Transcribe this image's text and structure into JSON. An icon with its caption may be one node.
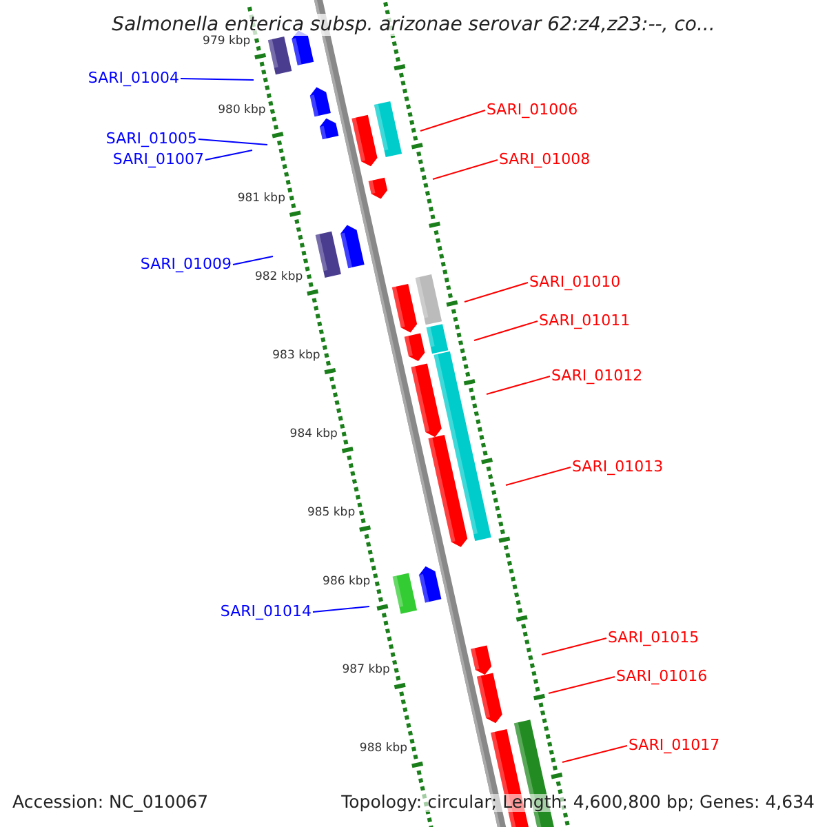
{
  "diagram": {
    "title": "Salmonella enterica subsp. arizonae serovar 62:z4,z23:--, co...",
    "nodes": [
      {
        "text": [
          "SARI_01004"
        ]
      },
      {
        "text": [
          "SARI_01006"
        ]
      },
      {
        "text": [
          "SARI_01005"
        ]
      },
      {
        "text": [
          "SARI_01007"
        ]
      },
      {
        "text": [
          "SARI_01008"
        ]
      },
      {
        "text": [
          "SARI_01009"
        ]
      },
      {
        "text": [
          "SARI_01010"
        ]
      },
      {
        "text": [
          "SARI_01011"
        ]
      },
      {
        "text": [
          "SARI_01012"
        ]
      },
      {
        "text": [
          "SARI_01013"
        ]
      },
      {
        "text": [
          "SARI_01014"
        ]
      },
      {
        "text": [
          "SARI_01015"
        ]
      },
      {
        "text": [
          "SARI_01016"
        ]
      },
      {
        "text": [
          "SARI_01017"
        ]
      }
    ],
    "edges": [
      {
        "from": 0,
        "to": null,
        "arrow": "none",
        "color": "#0000ff"
      },
      {
        "from": 1,
        "to": null,
        "arrow": "none"
      },
      {
        "from": 2,
        "to": null,
        "arrow": "none",
        "color": "#0000ff"
      },
      {
        "from": 3,
        "to": null,
        "arrow": "none",
        "color": "#0000ff"
      },
      {
        "from": 4,
        "to": null,
        "arrow": "none"
      },
      {
        "from": 5,
        "to": null,
        "arrow": "none",
        "color": "#0000ff"
      },
      {
        "from": 6,
        "to": null,
        "arrow": "none"
      },
      {
        "from": 7,
        "to": null,
        "arrow": "none"
      },
      {
        "from": 8,
        "to": null,
        "arrow": "none"
      },
      {
        "from": 9,
        "to": null,
        "arrow": "none"
      },
      {
        "from": 10,
        "to": null,
        "arrow": "none",
        "color": "#0000ff"
      },
      {
        "from": 11,
        "to": null,
        "arrow": "none"
      },
      {
        "from": 12,
        "to": null,
        "arrow": "none"
      },
      {
        "from": 13,
        "to": null,
        "arrow": "none"
      }
    ],
    "labels": [
      "979 kbp",
      "980 kbp",
      "981 kbp",
      "982 kbp",
      "983 kbp",
      "984 kbp",
      "985 kbp",
      "986 kbp",
      "987 kbp",
      "988 kbp",
      "Accession: NC_010067",
      "Topology: circular; Length: 4,600,800 bp; Genes: 4,634"
    ]
  }
}
